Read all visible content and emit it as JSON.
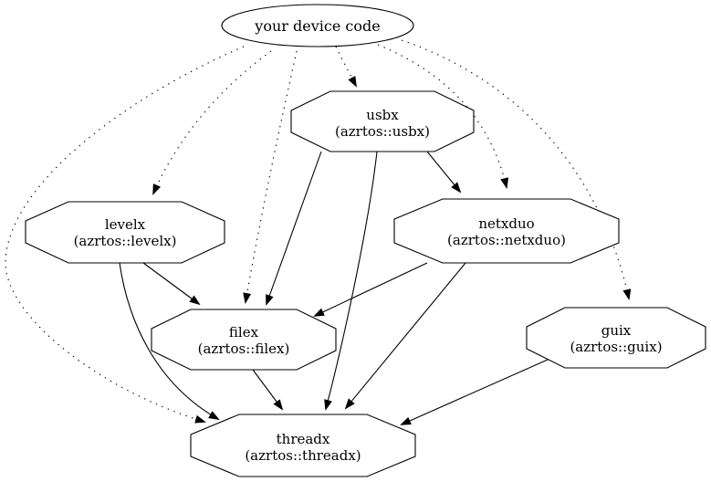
{
  "diagram": {
    "type": "dependency-graph",
    "background": "#ffffff",
    "stroke_color": "#000000",
    "node_fill": "#ffffff",
    "nodes": {
      "device": {
        "label": "your device code",
        "shape": "ellipse"
      },
      "usbx": {
        "label": "usbx",
        "sublabel": "(azrtos::usbx)",
        "shape": "octagon"
      },
      "levelx": {
        "label": "levelx",
        "sublabel": "(azrtos::levelx)",
        "shape": "octagon"
      },
      "netxduo": {
        "label": "netxduo",
        "sublabel": "(azrtos::netxduo)",
        "shape": "octagon"
      },
      "filex": {
        "label": "filex",
        "sublabel": "(azrtos::filex)",
        "shape": "octagon"
      },
      "guix": {
        "label": "guix",
        "sublabel": "(azrtos::guix)",
        "shape": "octagon"
      },
      "threadx": {
        "label": "threadx",
        "sublabel": "(azrtos::threadx)",
        "shape": "octagon"
      }
    },
    "edges": [
      {
        "from": "your device code",
        "to": "usbx",
        "style": "dotted"
      },
      {
        "from": "your device code",
        "to": "levelx",
        "style": "dotted"
      },
      {
        "from": "your device code",
        "to": "netxduo",
        "style": "dotted"
      },
      {
        "from": "your device code",
        "to": "filex",
        "style": "dotted"
      },
      {
        "from": "your device code",
        "to": "guix",
        "style": "dotted"
      },
      {
        "from": "your device code",
        "to": "threadx",
        "style": "dotted"
      },
      {
        "from": "usbx",
        "to": "netxduo",
        "style": "solid"
      },
      {
        "from": "usbx",
        "to": "filex",
        "style": "solid"
      },
      {
        "from": "usbx",
        "to": "threadx",
        "style": "solid"
      },
      {
        "from": "levelx",
        "to": "filex",
        "style": "solid"
      },
      {
        "from": "levelx",
        "to": "threadx",
        "style": "solid"
      },
      {
        "from": "netxduo",
        "to": "filex",
        "style": "solid"
      },
      {
        "from": "netxduo",
        "to": "threadx",
        "style": "solid"
      },
      {
        "from": "filex",
        "to": "threadx",
        "style": "solid"
      },
      {
        "from": "guix",
        "to": "threadx",
        "style": "solid"
      }
    ]
  }
}
